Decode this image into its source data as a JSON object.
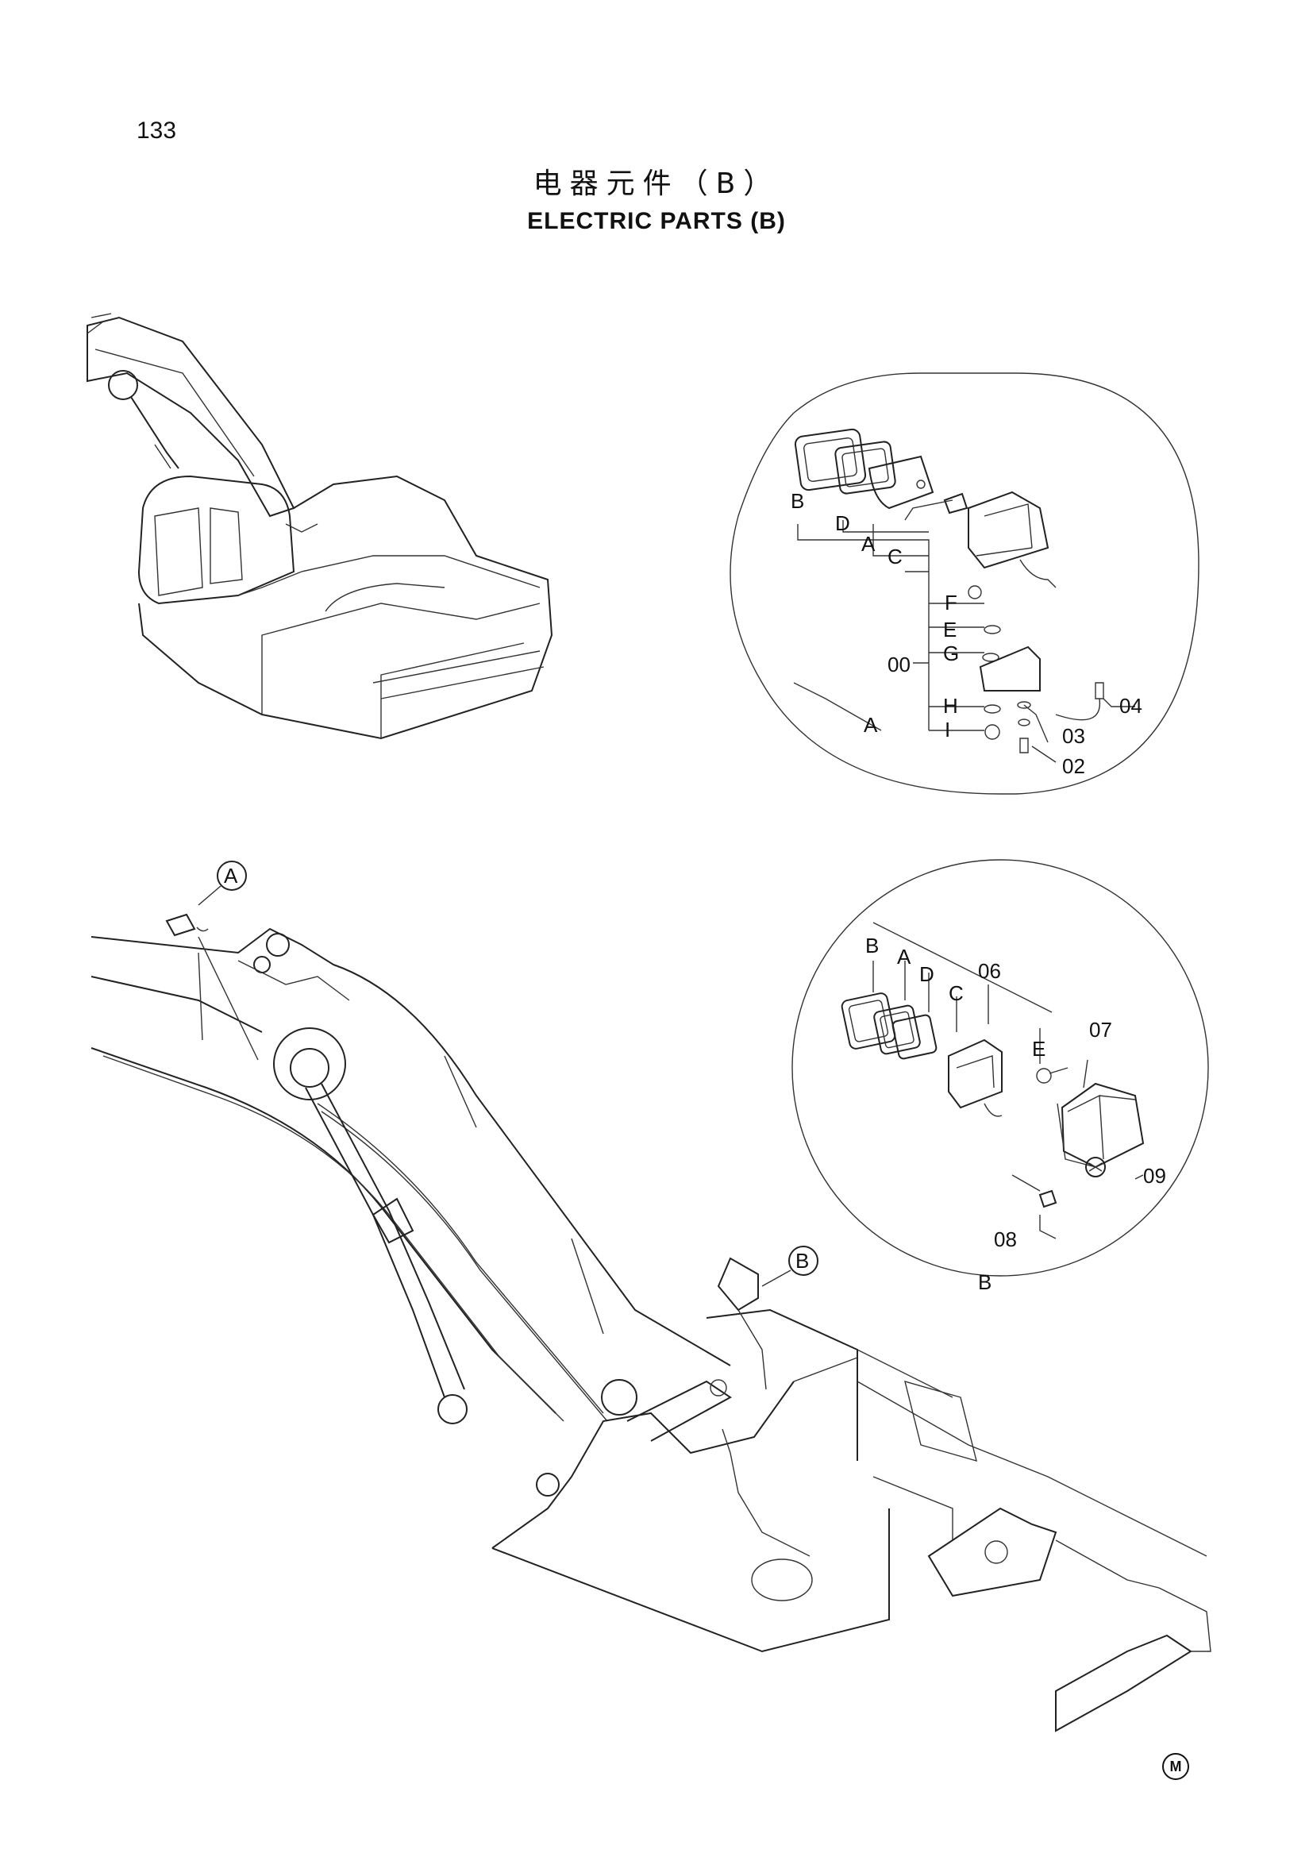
{
  "page_number": "133",
  "title_cn": "电器元件（B）",
  "title_en": "ELECTRIC PARTS (B)",
  "detail_a": {
    "tag": "A",
    "labels": {
      "b": "B",
      "d": "D",
      "a": "A",
      "c": "C",
      "f": "F",
      "e": "E",
      "g": "G",
      "h": "H",
      "i": "I",
      "p00": "00",
      "p04": "04",
      "p03": "03",
      "p02": "02"
    }
  },
  "detail_b": {
    "tag": "B",
    "labels": {
      "b": "B",
      "a": "A",
      "d": "D",
      "c": "C",
      "e": "E",
      "p06": "06",
      "p07": "07",
      "p08": "08",
      "p09": "09"
    }
  },
  "callouts": {
    "a": "A",
    "b": "B"
  },
  "footer_mark": "M"
}
